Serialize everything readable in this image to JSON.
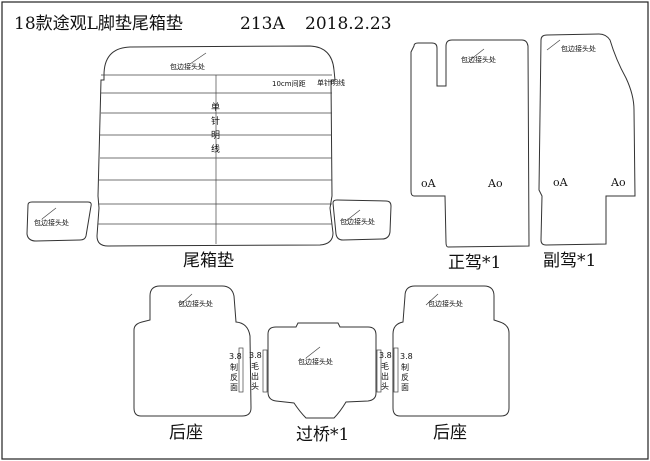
{
  "title": "18款途观L脚垫尾箱垫",
  "code": "213A",
  "date": "2018.2.23",
  "edge_label": "包边接头处",
  "trunk": {
    "name": "尾箱垫",
    "spacing_label": "10cm间距",
    "stitch_label": "单针明线",
    "center_chars": [
      "单",
      "针",
      "明",
      "线"
    ]
  },
  "driver": {
    "name": "正驾*1",
    "hole_left": "oA",
    "hole_right": "Ao"
  },
  "passenger": {
    "name": "副驾*1",
    "hole_left": "oA",
    "hole_right": "Ao"
  },
  "rear_left": {
    "name": "后座",
    "tab_value": "3.8",
    "tab_chars": [
      "制",
      "反",
      "面"
    ]
  },
  "bridge": {
    "name": "过桥*1",
    "left_value": "3.8",
    "left_chars": [
      "毛",
      "出",
      "头"
    ],
    "right_value": "3.8",
    "right_chars": [
      "毛",
      "出",
      "头"
    ]
  },
  "rear_right": {
    "name": "后座",
    "tab_value": "3.8",
    "tab_chars": [
      "制",
      "反",
      "面"
    ]
  }
}
